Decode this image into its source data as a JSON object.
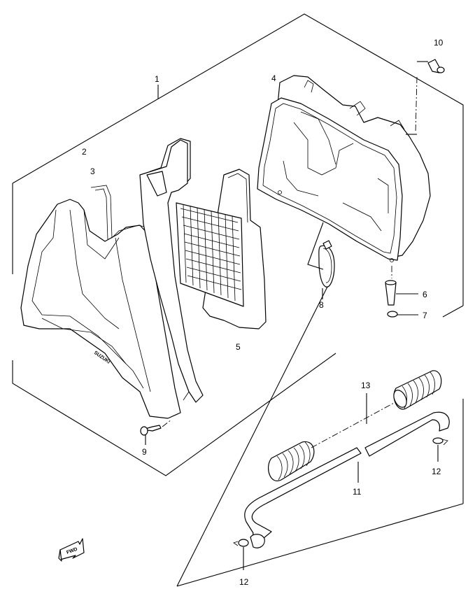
{
  "callouts": {
    "n1": "1",
    "n2": "2",
    "n3": "3",
    "n4": "4",
    "n5": "5",
    "n6": "6",
    "n7": "7",
    "n8": "8",
    "n9": "9",
    "n10": "10",
    "n11": "11",
    "n12a": "12",
    "n12b": "12",
    "n13": "13"
  },
  "brand_text": "SUZUKI",
  "fwd_text": "FWD"
}
